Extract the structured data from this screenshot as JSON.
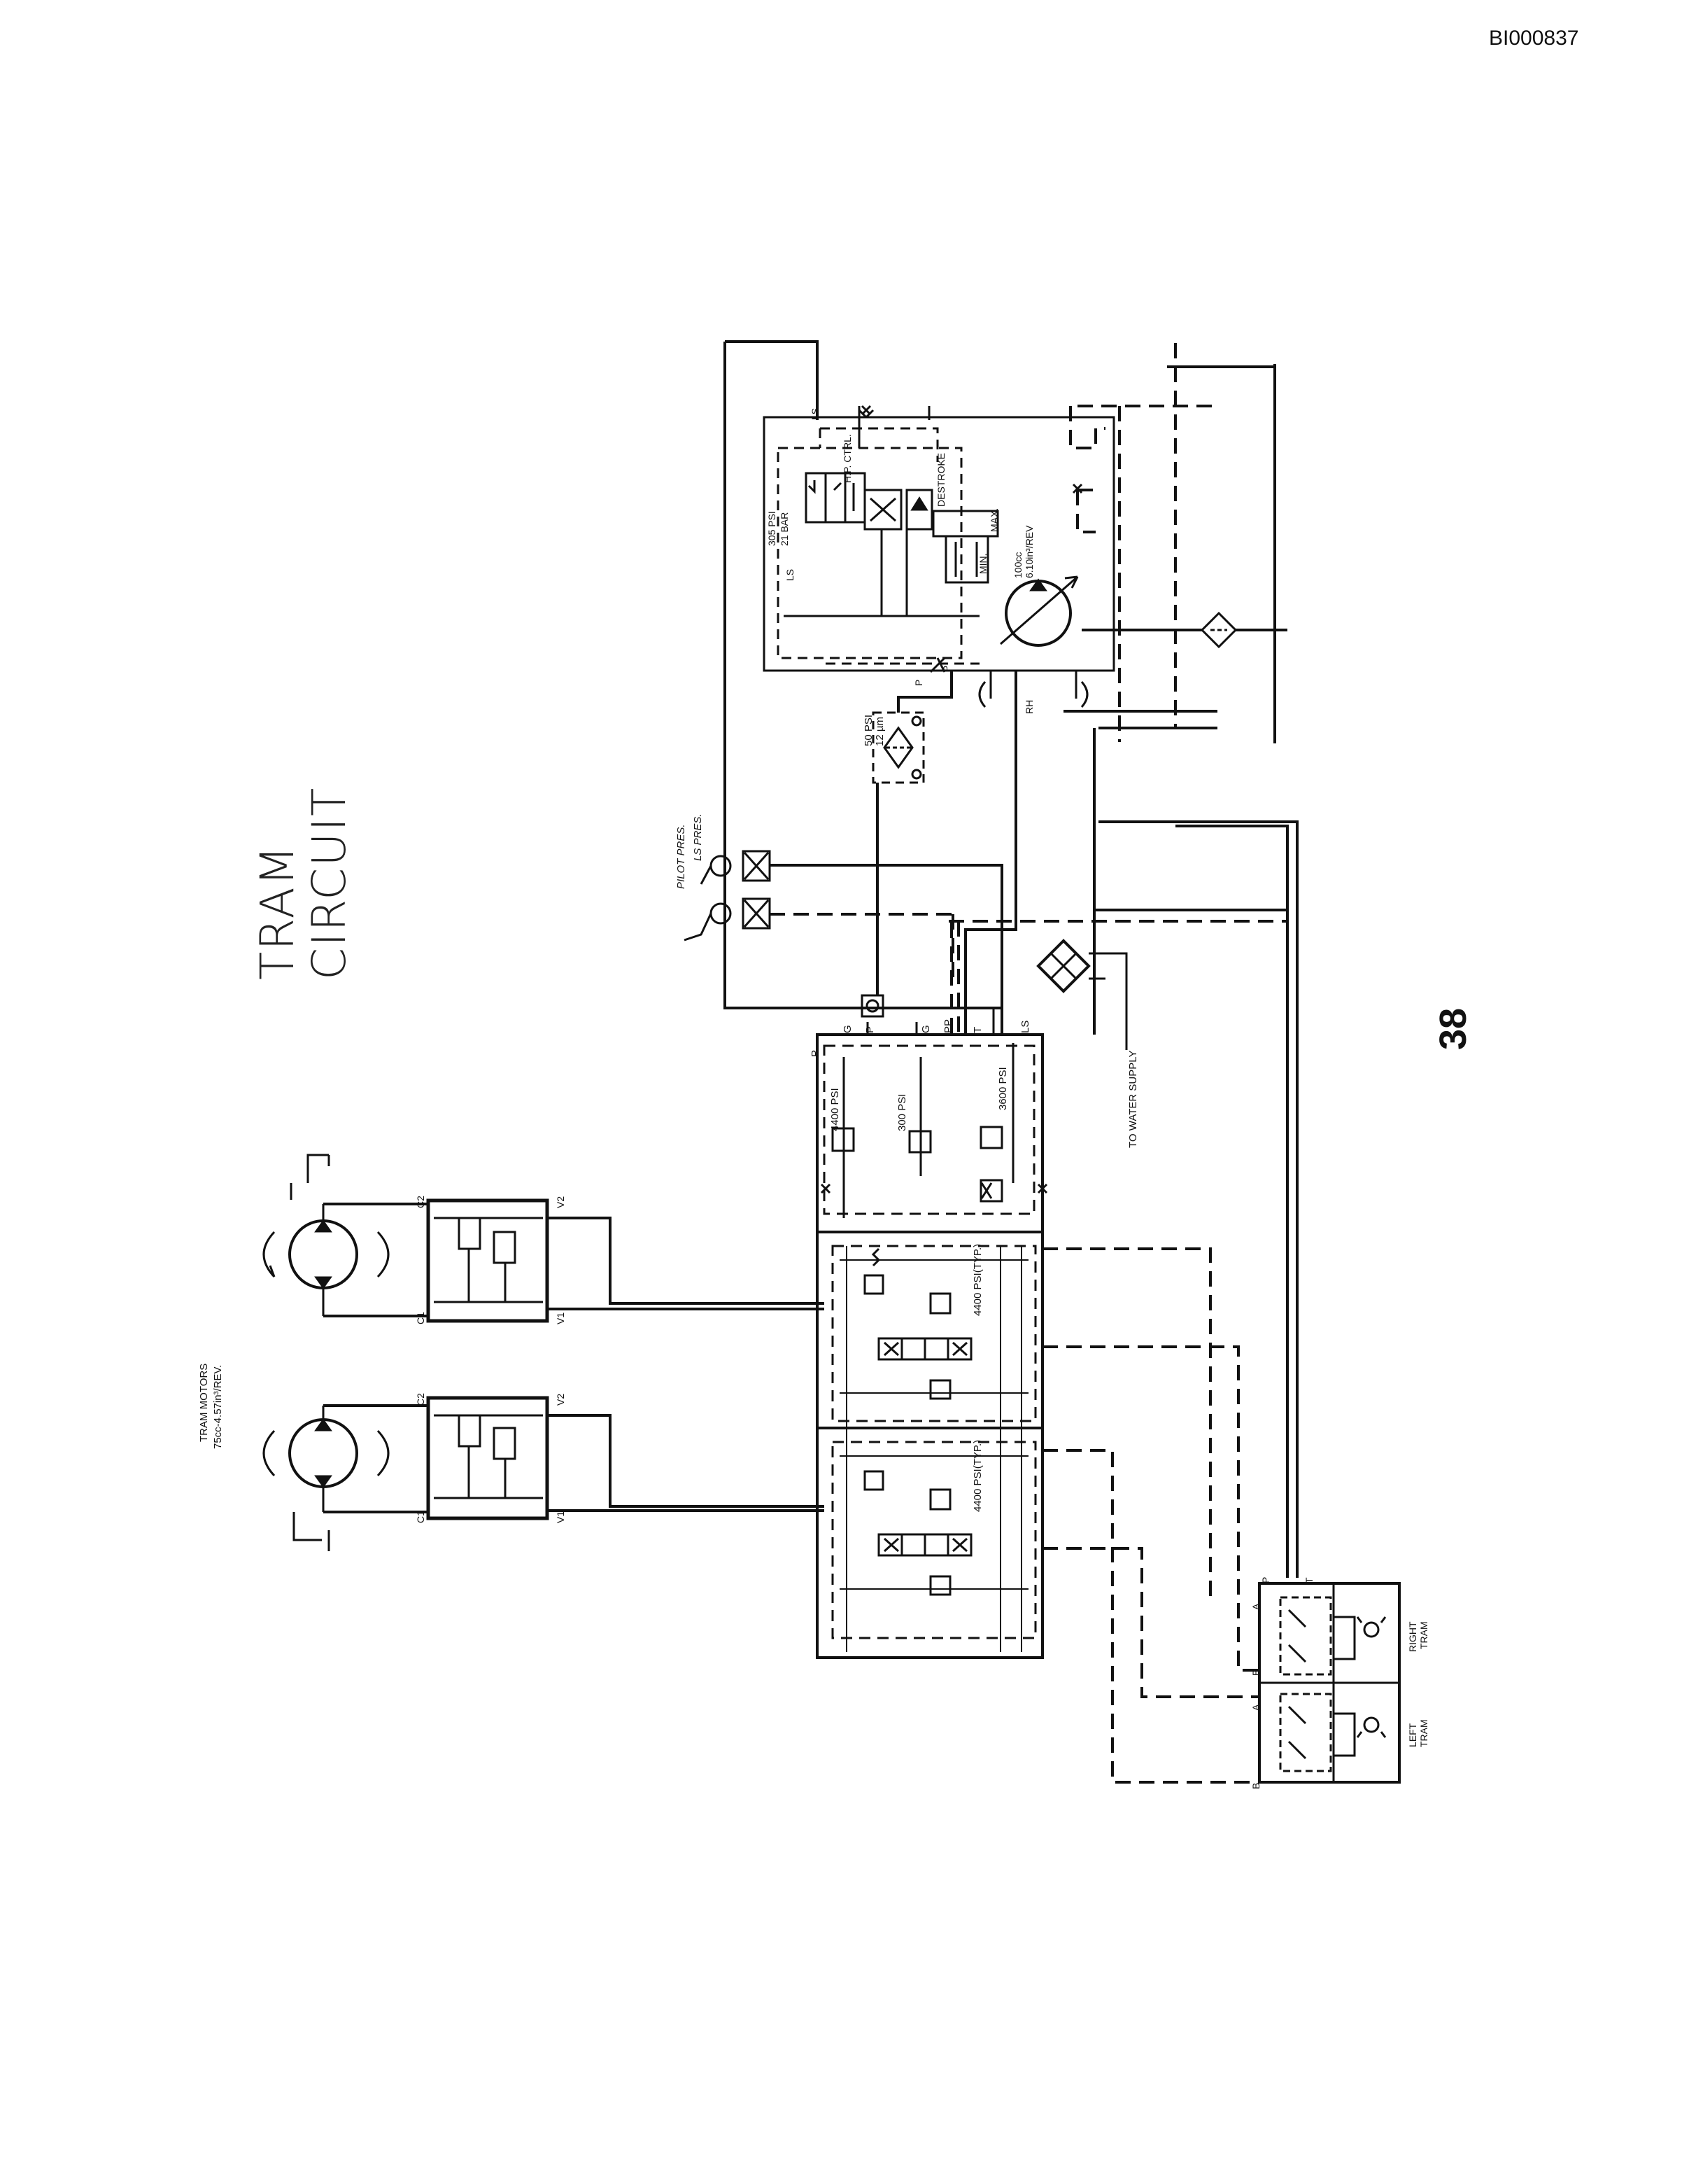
{
  "header": {
    "doc_id": "BI000837"
  },
  "title": {
    "line1": "TRAM",
    "line2": "CIRCUIT"
  },
  "page_number": "38",
  "labels": {
    "tram_motors": "TRAM MOTORS",
    "tram_motors_spec": "75cc-4.57in³/REV.",
    "c1": "C1",
    "c2": "C2",
    "v1": "V1",
    "v2": "V2",
    "relief_4400_valve": "4400 PSI(TYP.)",
    "relief_4400_main": "4400 PSI",
    "relief_300": "300 PSI",
    "relief_3600": "3600 PSI",
    "port_p": "P",
    "port_g": "G",
    "port_pp": "PP",
    "port_t": "T",
    "port_ls": "LS",
    "port_a": "A",
    "port_b": "B",
    "pilot_pres": "PILOT PRES.",
    "ls_pres": "LS PRES.",
    "filter_spec_1": "50 PSI",
    "filter_spec_2": "12 µm",
    "hp_ctrl": "H.P. CTRL.",
    "destroke": "DESTROKE",
    "comp_1": "305 PSI",
    "comp_2": "21 BAR",
    "min": "MIN.",
    "max": "MAX.",
    "pump_1": "100cc",
    "pump_2": "6.10in³/REV",
    "rh": "RH",
    "water_supply": "TO WATER SUPPLY",
    "right_tram_1": "RIGHT",
    "right_tram_2": "TRAM",
    "left_tram_1": "LEFT",
    "left_tram_2": "TRAM"
  },
  "colors": {
    "ink": "#111111",
    "paper": "#ffffff"
  }
}
